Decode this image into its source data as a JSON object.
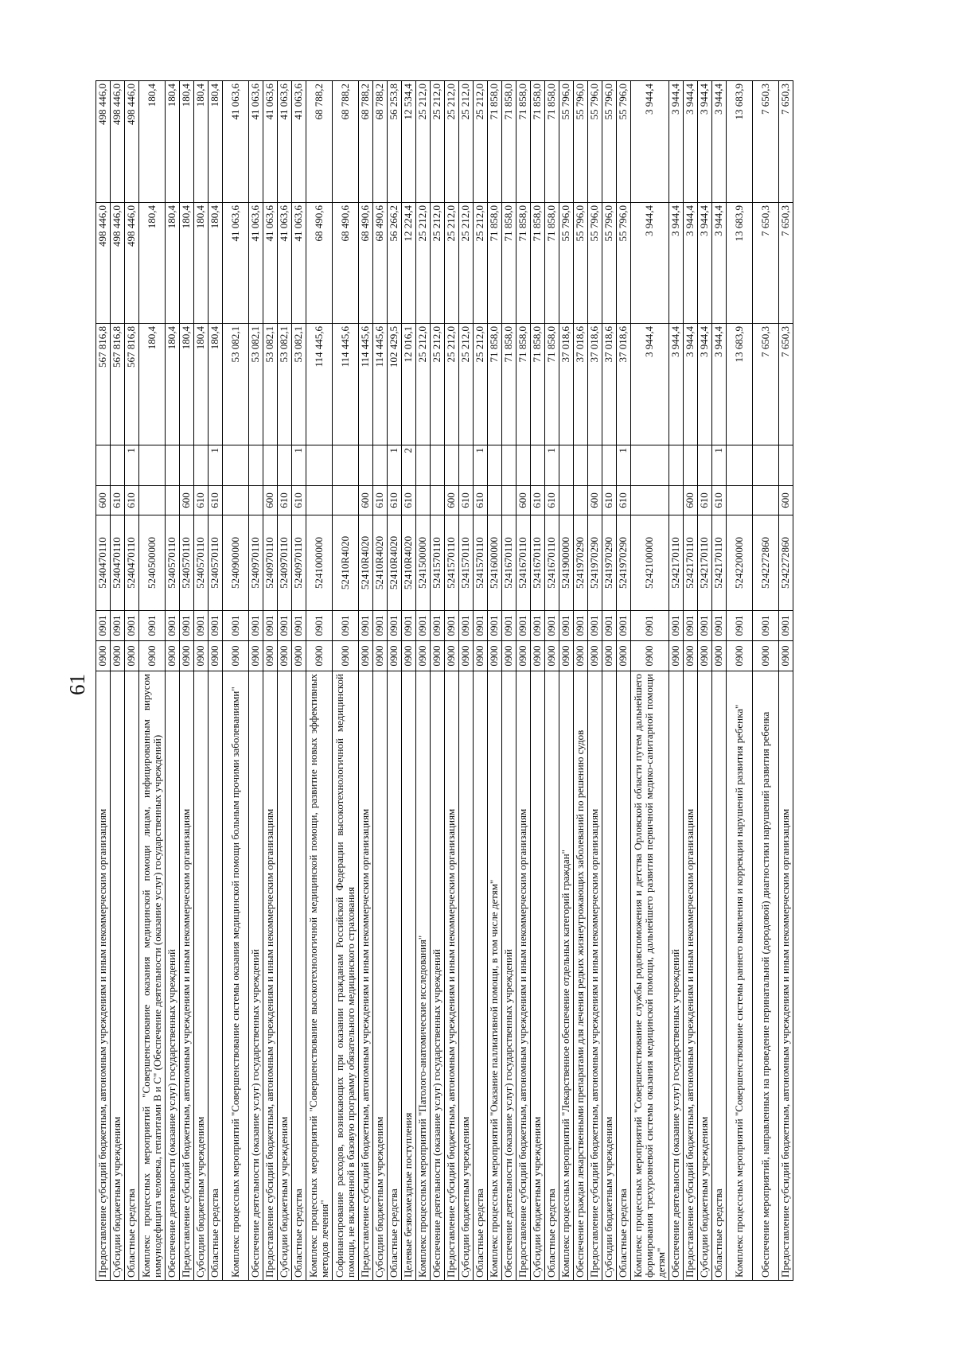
{
  "page_number": "61",
  "rows": [
    {
      "name": "Предоставление субсидий бюджетным, автономным учреждениям и иным некоммерческим организациям",
      "gr": "0900",
      "ps": "0901",
      "tsr": "5240470110",
      "vr": "600",
      "mark": "",
      "v1": "567 816,8",
      "v2": "498 446,0",
      "v3": "498 446,0",
      "lines": 1
    },
    {
      "name": "Субсидии бюджетным учреждениям",
      "gr": "0900",
      "ps": "0901",
      "tsr": "5240470110",
      "vr": "610",
      "mark": "",
      "v1": "567 816,8",
      "v2": "498 446,0",
      "v3": "498 446,0",
      "lines": 1
    },
    {
      "name": "Областные средства",
      "gr": "0900",
      "ps": "0901",
      "tsr": "5240470110",
      "vr": "610",
      "mark": "1",
      "v1": "567 816,8",
      "v2": "498 446,0",
      "v3": "498 446,0",
      "lines": 1
    },
    {
      "name": "Комплекс процессных мероприятий \"Совершенствование оказания медицинской помощи лицам, инфицированным вирусом иммунодефицита человека, гепатитами B и C\" (Обеспечение деятельности (оказание услуг) государственных учреждений)",
      "gr": "0900",
      "ps": "0901",
      "tsr": "5240500000",
      "vr": "",
      "mark": "",
      "v1": "180,4",
      "v2": "180,4",
      "v3": "180,4",
      "lines": 2
    },
    {
      "name": "Обеспечение деятельности (оказание услуг) государственных учреждений",
      "gr": "0900",
      "ps": "0901",
      "tsr": "5240570110",
      "vr": "",
      "mark": "",
      "v1": "180,4",
      "v2": "180,4",
      "v3": "180,4",
      "lines": 1
    },
    {
      "name": "Предоставление субсидий бюджетным, автономным учреждениям и иным некоммерческим организациям",
      "gr": "0900",
      "ps": "0901",
      "tsr": "5240570110",
      "vr": "600",
      "mark": "",
      "v1": "180,4",
      "v2": "180,4",
      "v3": "180,4",
      "lines": 1
    },
    {
      "name": "Субсидии бюджетным учреждениям",
      "gr": "0900",
      "ps": "0901",
      "tsr": "5240570110",
      "vr": "610",
      "mark": "",
      "v1": "180,4",
      "v2": "180,4",
      "v3": "180,4",
      "lines": 1
    },
    {
      "name": "Областные средства",
      "gr": "0900",
      "ps": "0901",
      "tsr": "5240570110",
      "vr": "610",
      "mark": "1",
      "v1": "180,4",
      "v2": "180,4",
      "v3": "180,4",
      "lines": 1
    },
    {
      "name": "Комплекс процессных мероприятий \"Совершенствование системы оказания медицинской помощи больным прочими заболеваниями\"",
      "gr": "0900",
      "ps": "0901",
      "tsr": "5240900000",
      "vr": "",
      "mark": "",
      "v1": "53 082,1",
      "v2": "41 063,6",
      "v3": "41 063,6",
      "lines": 2
    },
    {
      "name": "Обеспечение деятельности (оказание услуг) государственных учреждений",
      "gr": "0900",
      "ps": "0901",
      "tsr": "5240970110",
      "vr": "",
      "mark": "",
      "v1": "53 082,1",
      "v2": "41 063,6",
      "v3": "41 063,6",
      "lines": 1
    },
    {
      "name": "Предоставление субсидий бюджетным, автономным учреждениям и иным некоммерческим организациям",
      "gr": "0900",
      "ps": "0901",
      "tsr": "5240970110",
      "vr": "600",
      "mark": "",
      "v1": "53 082,1",
      "v2": "41 063,6",
      "v3": "41 063,6",
      "lines": 1
    },
    {
      "name": "Субсидии бюджетным учреждениям",
      "gr": "0900",
      "ps": "0901",
      "tsr": "5240970110",
      "vr": "610",
      "mark": "",
      "v1": "53 082,1",
      "v2": "41 063,6",
      "v3": "41 063,6",
      "lines": 1
    },
    {
      "name": "Областные средства",
      "gr": "0900",
      "ps": "0901",
      "tsr": "5240970110",
      "vr": "610",
      "mark": "1",
      "v1": "53 082,1",
      "v2": "41 063,6",
      "v3": "41 063,6",
      "lines": 1
    },
    {
      "name": "Комплекс процессных мероприятий \"Совершенствование высокотехнологичной медицинской помощи, развитие новых эффективных методов лечения\"",
      "gr": "0900",
      "ps": "0901",
      "tsr": "5241000000",
      "vr": "",
      "mark": "",
      "v1": "114 445,6",
      "v2": "68 490,6",
      "v3": "68 788,2",
      "lines": 2
    },
    {
      "name": "Софинансирование расходов, возникающих при оказании гражданам Российской Федерации высокотехнологичной медицинской помощи, не включенной в базовую программу обязательного медицинского страхования",
      "gr": "0900",
      "ps": "0901",
      "tsr": "52410R4020",
      "vr": "",
      "mark": "",
      "v1": "114 445,6",
      "v2": "68 490,6",
      "v3": "68 788,2",
      "lines": 2
    },
    {
      "name": "Предоставление субсидий бюджетным, автономным учреждениям и иным некоммерческим организациям",
      "gr": "0900",
      "ps": "0901",
      "tsr": "52410R4020",
      "vr": "600",
      "mark": "",
      "v1": "114 445,6",
      "v2": "68 490,6",
      "v3": "68 788,2",
      "lines": 1
    },
    {
      "name": "Субсидии бюджетным учреждениям",
      "gr": "0900",
      "ps": "0901",
      "tsr": "52410R4020",
      "vr": "610",
      "mark": "",
      "v1": "114 445,6",
      "v2": "68 490,6",
      "v3": "68 788,2",
      "lines": 1
    },
    {
      "name": "Областные средства",
      "gr": "0900",
      "ps": "0901",
      "tsr": "52410R4020",
      "vr": "610",
      "mark": "1",
      "v1": "102 429,5",
      "v2": "56 266,2",
      "v3": "56 253,8",
      "lines": 1
    },
    {
      "name": "Целевые безвозмездные поступления",
      "gr": "0900",
      "ps": "0901",
      "tsr": "52410R4020",
      "vr": "610",
      "mark": "2",
      "v1": "12 016,1",
      "v2": "12 224,4",
      "v3": "12 534,4",
      "lines": 1
    },
    {
      "name": "Комплекс процессных мероприятий \"Патолого-анатомические исследования\"",
      "gr": "0900",
      "ps": "0901",
      "tsr": "5241500000",
      "vr": "",
      "mark": "",
      "v1": "25 212,0",
      "v2": "25 212,0",
      "v3": "25 212,0",
      "lines": 1
    },
    {
      "name": "Обеспечение деятельности (оказание услуг) государственных учреждений",
      "gr": "0900",
      "ps": "0901",
      "tsr": "5241570110",
      "vr": "",
      "mark": "",
      "v1": "25 212,0",
      "v2": "25 212,0",
      "v3": "25 212,0",
      "lines": 1
    },
    {
      "name": "Предоставление субсидий бюджетным, автономным учреждениям и иным некоммерческим организациям",
      "gr": "0900",
      "ps": "0901",
      "tsr": "5241570110",
      "vr": "600",
      "mark": "",
      "v1": "25 212,0",
      "v2": "25 212,0",
      "v3": "25 212,0",
      "lines": 1
    },
    {
      "name": "Субсидии бюджетным учреждениям",
      "gr": "0900",
      "ps": "0901",
      "tsr": "5241570110",
      "vr": "610",
      "mark": "",
      "v1": "25 212,0",
      "v2": "25 212,0",
      "v3": "25 212,0",
      "lines": 1
    },
    {
      "name": "Областные средства",
      "gr": "0900",
      "ps": "0901",
      "tsr": "5241570110",
      "vr": "610",
      "mark": "1",
      "v1": "25 212,0",
      "v2": "25 212,0",
      "v3": "25 212,0",
      "lines": 1
    },
    {
      "name": "Комплекс процессных мероприятий \"Оказание паллиативной помощи, в том числе детям\"",
      "gr": "0900",
      "ps": "0901",
      "tsr": "5241600000",
      "vr": "",
      "mark": "",
      "v1": "71 858,0",
      "v2": "71 858,0",
      "v3": "71 858,0",
      "lines": 1
    },
    {
      "name": "Обеспечение деятельности (оказание услуг) государственных учреждений",
      "gr": "0900",
      "ps": "0901",
      "tsr": "5241670110",
      "vr": "",
      "mark": "",
      "v1": "71 858,0",
      "v2": "71 858,0",
      "v3": "71 858,0",
      "lines": 1
    },
    {
      "name": "Предоставление субсидий бюджетным, автономным учреждениям и иным некоммерческим организациям",
      "gr": "0900",
      "ps": "0901",
      "tsr": "5241670110",
      "vr": "600",
      "mark": "",
      "v1": "71 858,0",
      "v2": "71 858,0",
      "v3": "71 858,0",
      "lines": 1
    },
    {
      "name": "Субсидии бюджетным учреждениям",
      "gr": "0900",
      "ps": "0901",
      "tsr": "5241670110",
      "vr": "610",
      "mark": "",
      "v1": "71 858,0",
      "v2": "71 858,0",
      "v3": "71 858,0",
      "lines": 1
    },
    {
      "name": "Областные средства",
      "gr": "0900",
      "ps": "0901",
      "tsr": "5241670110",
      "vr": "610",
      "mark": "1",
      "v1": "71 858,0",
      "v2": "71 858,0",
      "v3": "71 858,0",
      "lines": 1
    },
    {
      "name": "Комплекс процессных мероприятий \"Лекарственное обеспечение отдельных категорий граждан\"",
      "gr": "0900",
      "ps": "0901",
      "tsr": "5241900000",
      "vr": "",
      "mark": "",
      "v1": "37 018,6",
      "v2": "55 796,0",
      "v3": "55 796,0",
      "lines": 1
    },
    {
      "name": "Обеспечение граждан лекарственными препаратами для лечения редких жизнеугрожающих заболеваний по решению судов",
      "gr": "0900",
      "ps": "0901",
      "tsr": "5241970290",
      "vr": "",
      "mark": "",
      "v1": "37 018,6",
      "v2": "55 796,0",
      "v3": "55 796,0",
      "lines": 1
    },
    {
      "name": "Предоставление субсидий бюджетным, автономным учреждениям и иным некоммерческим организациям",
      "gr": "0900",
      "ps": "0901",
      "tsr": "5241970290",
      "vr": "600",
      "mark": "",
      "v1": "37 018,6",
      "v2": "55 796,0",
      "v3": "55 796,0",
      "lines": 1
    },
    {
      "name": "Субсидии бюджетным учреждениям",
      "gr": "0900",
      "ps": "0901",
      "tsr": "5241970290",
      "vr": "610",
      "mark": "",
      "v1": "37 018,6",
      "v2": "55 796,0",
      "v3": "55 796,0",
      "lines": 1
    },
    {
      "name": "Областные средства",
      "gr": "0900",
      "ps": "0901",
      "tsr": "5241970290",
      "vr": "610",
      "mark": "1",
      "v1": "37 018,6",
      "v2": "55 796,0",
      "v3": "55 796,0",
      "lines": 1
    },
    {
      "name": "Комплекс процессных мероприятий \"Совершенствование службы родовспоможения и детства Орловской области путем дальнейшего формирования трехуровневой системы оказания медицинской помощи, дальнейшего развития первичной медико-санитарной помощи детям\"",
      "gr": "0900",
      "ps": "0901",
      "tsr": "5242100000",
      "vr": "",
      "mark": "",
      "v1": "3 944,4",
      "v2": "3 944,4",
      "v3": "3 944,4",
      "lines": 3
    },
    {
      "name": "Обеспечение деятельности (оказание услуг) государственных учреждений",
      "gr": "0900",
      "ps": "0901",
      "tsr": "5242170110",
      "vr": "",
      "mark": "",
      "v1": "3 944,4",
      "v2": "3 944,4",
      "v3": "3 944,4",
      "lines": 1
    },
    {
      "name": "Предоставление субсидий бюджетным, автономным учреждениям и иным некоммерческим организациям",
      "gr": "0900",
      "ps": "0901",
      "tsr": "5242170110",
      "vr": "600",
      "mark": "",
      "v1": "3 944,4",
      "v2": "3 944,4",
      "v3": "3 944,4",
      "lines": 1
    },
    {
      "name": "Субсидии бюджетным учреждениям",
      "gr": "0900",
      "ps": "0901",
      "tsr": "5242170110",
      "vr": "610",
      "mark": "",
      "v1": "3 944,4",
      "v2": "3 944,4",
      "v3": "3 944,4",
      "lines": 1
    },
    {
      "name": "Областные средства",
      "gr": "0900",
      "ps": "0901",
      "tsr": "5242170110",
      "vr": "610",
      "mark": "1",
      "v1": "3 944,4",
      "v2": "3 944,4",
      "v3": "3 944,4",
      "lines": 1
    },
    {
      "name": "Комплекс процессных мероприятий \"Совершенствование системы раннего выявления и коррекции нарушений развития ребенка\"",
      "gr": "0900",
      "ps": "0901",
      "tsr": "5242200000",
      "vr": "",
      "mark": "",
      "v1": "13 683,9",
      "v2": "13 683,9",
      "v3": "13 683,9",
      "lines": 2
    },
    {
      "name": "Обеспечение мероприятий, направленных на проведение перинатальной (дородовой) диагностики нарушений развития ребенка",
      "gr": "0900",
      "ps": "0901",
      "tsr": "5242272860",
      "vr": "",
      "mark": "",
      "v1": "7 650,3",
      "v2": "7 650,3",
      "v3": "7 650,3",
      "lines": 2
    },
    {
      "name": "Предоставление субсидий бюджетным, автономным учреждениям и иным некоммерческим организациям",
      "gr": "0900",
      "ps": "0901",
      "tsr": "5242272860",
      "vr": "600",
      "mark": "",
      "v1": "7 650,3",
      "v2": "7 650,3",
      "v3": "7 650,3",
      "lines": 1
    }
  ]
}
